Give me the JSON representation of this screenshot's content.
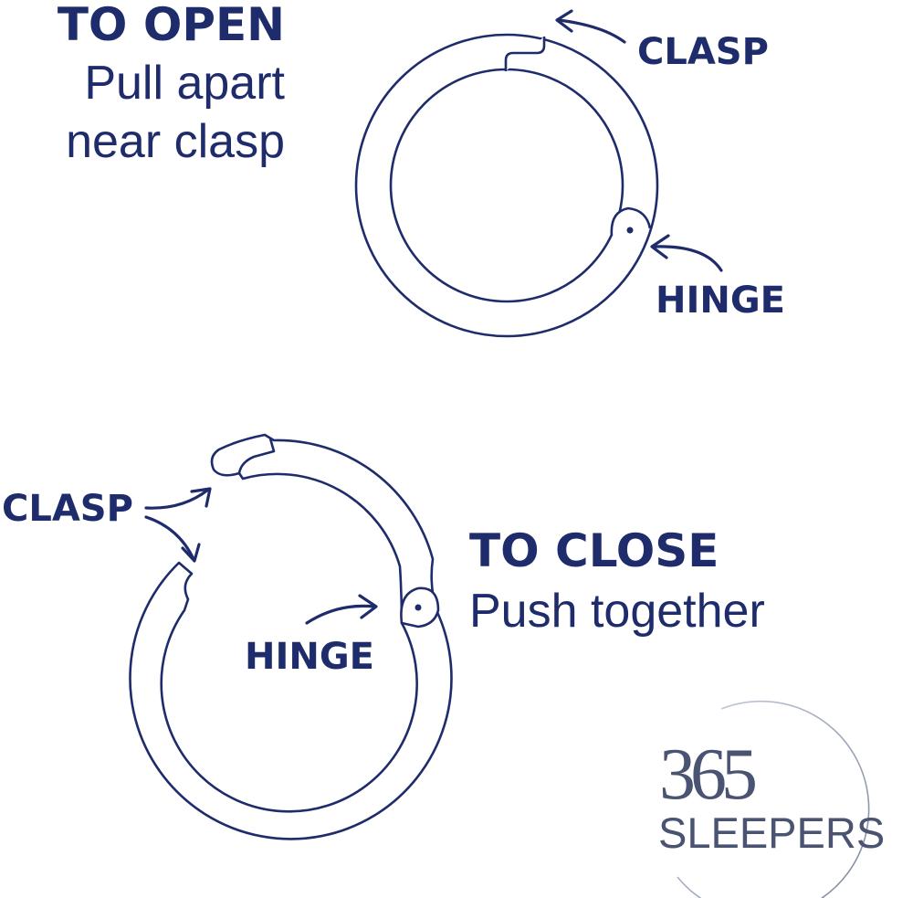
{
  "open": {
    "heading": "TO OPEN",
    "line1": "Pull apart",
    "line2": "near clasp",
    "clasp_label": "CLASP",
    "hinge_label": "HINGE"
  },
  "close": {
    "heading": "TO CLOSE",
    "line1": "Push together",
    "clasp_label": "CLASP",
    "hinge_label": "HINGE"
  },
  "logo": {
    "number": "365",
    "word": "SLEEPERS"
  },
  "colors": {
    "ink": "#1f2c6b",
    "logo_gray": "#4a5371"
  }
}
